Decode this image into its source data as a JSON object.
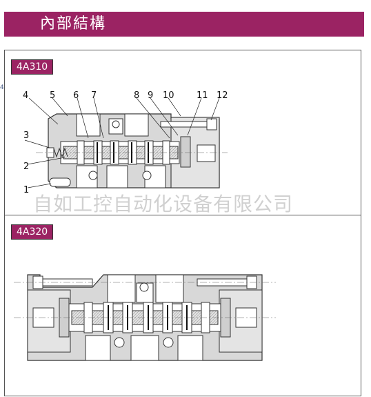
{
  "header": {
    "title": "內部結構"
  },
  "models": [
    {
      "label": "4A310"
    },
    {
      "label": "4A320"
    }
  ],
  "callouts": [
    "1",
    "2",
    "3",
    "4",
    "5",
    "6",
    "7",
    "8",
    "9",
    "10",
    "11",
    "12"
  ],
  "watermark": "自如工控自动化设备有限公司",
  "colors": {
    "accent": "#9b2363",
    "drawing_fill": "#d8d8d8",
    "line": "#333333"
  }
}
